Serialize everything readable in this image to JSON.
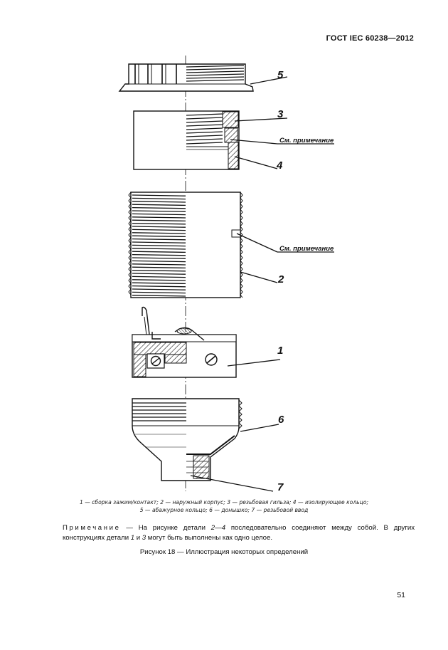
{
  "header": {
    "standard": "ГОСТ IEC 60238—2012"
  },
  "figure": {
    "part_labels": [
      "5",
      "3",
      "4",
      "2",
      "1",
      "6",
      "7"
    ],
    "note_callout": "См. примечание",
    "legend_line1": "1 — сборка зажим/контакт; 2 — наружный корпус; 3 — резьбовая гильза; 4 — изолирующее кольцо;",
    "legend_line2": "5 — абажурное кольцо; 6 — донышко; 7 — резьбовой ввод",
    "caption": "Рисунок 18 — Иллюстрация некоторых определений"
  },
  "note": {
    "heading": "Примечание",
    "text_before_parts": " — На рисунке детали ",
    "parts_range": "2—4",
    "text_mid": " последовательно соединяют между собой. В других конструкциях детали ",
    "part_a": "1",
    "text_and": " и ",
    "part_b": "3",
    "text_end": " могут быть выполнены как одно целое."
  },
  "page": {
    "number": "51"
  }
}
